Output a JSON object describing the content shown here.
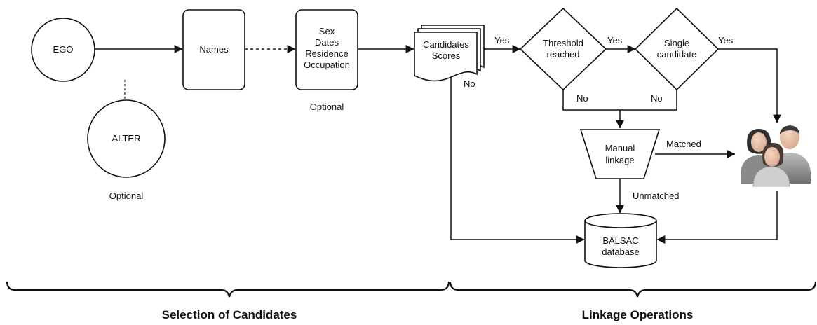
{
  "nodes": {
    "ego": "EGO",
    "alter": "ALTER",
    "alter_note": "Optional",
    "names": "Names",
    "attributes": [
      "Sex",
      "Dates",
      "Residence",
      "Occupation"
    ],
    "attributes_note": "Optional",
    "candidates": [
      "Candidates",
      "Scores"
    ],
    "threshold": [
      "Threshold",
      "reached"
    ],
    "single": [
      "Single",
      "candidate"
    ],
    "manual": [
      "Manual",
      "linkage"
    ],
    "database": [
      "BALSAC",
      "database"
    ]
  },
  "edges": {
    "candidates_yes": "Yes",
    "candidates_no": "No",
    "threshold_yes": "Yes",
    "threshold_no": "No",
    "single_yes": "Yes",
    "single_no": "No",
    "matched": "Matched",
    "unmatched": "Unmatched"
  },
  "sections": {
    "left": "Selection of Candidates",
    "right": "Linkage Operations"
  },
  "icons": {
    "people": "people-group-icon"
  }
}
